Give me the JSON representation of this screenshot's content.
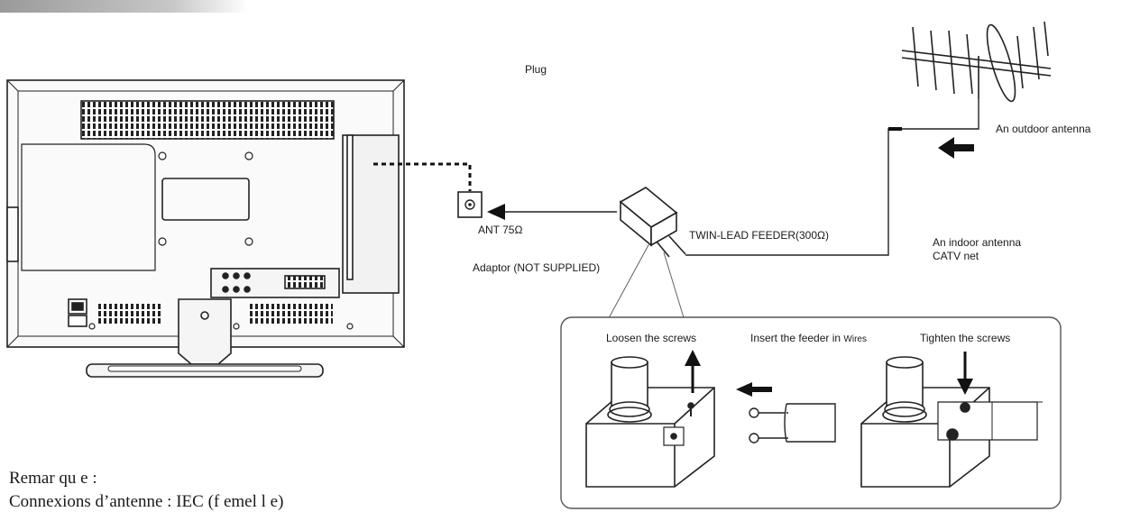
{
  "labels": {
    "plug": "Plug",
    "outdoor_antenna": "An outdoor antenna",
    "ant": "ANT 75Ω",
    "feeder": "TWIN-LEAD FEEDER(300Ω)",
    "indoor_antenna": "An indoor antenna",
    "catv": "CATV net",
    "adaptor": "Adaptor  (NOT SUPPLIED)",
    "loosen": "Loosen the screws",
    "insert_a": "Insert the feeder in",
    "insert_b": "Wires",
    "tighten": "Tighten the screws"
  },
  "note": {
    "line1": "Remar qu e :",
    "line2": "Connexions d’antenne : IEC (f emel l e)"
  }
}
